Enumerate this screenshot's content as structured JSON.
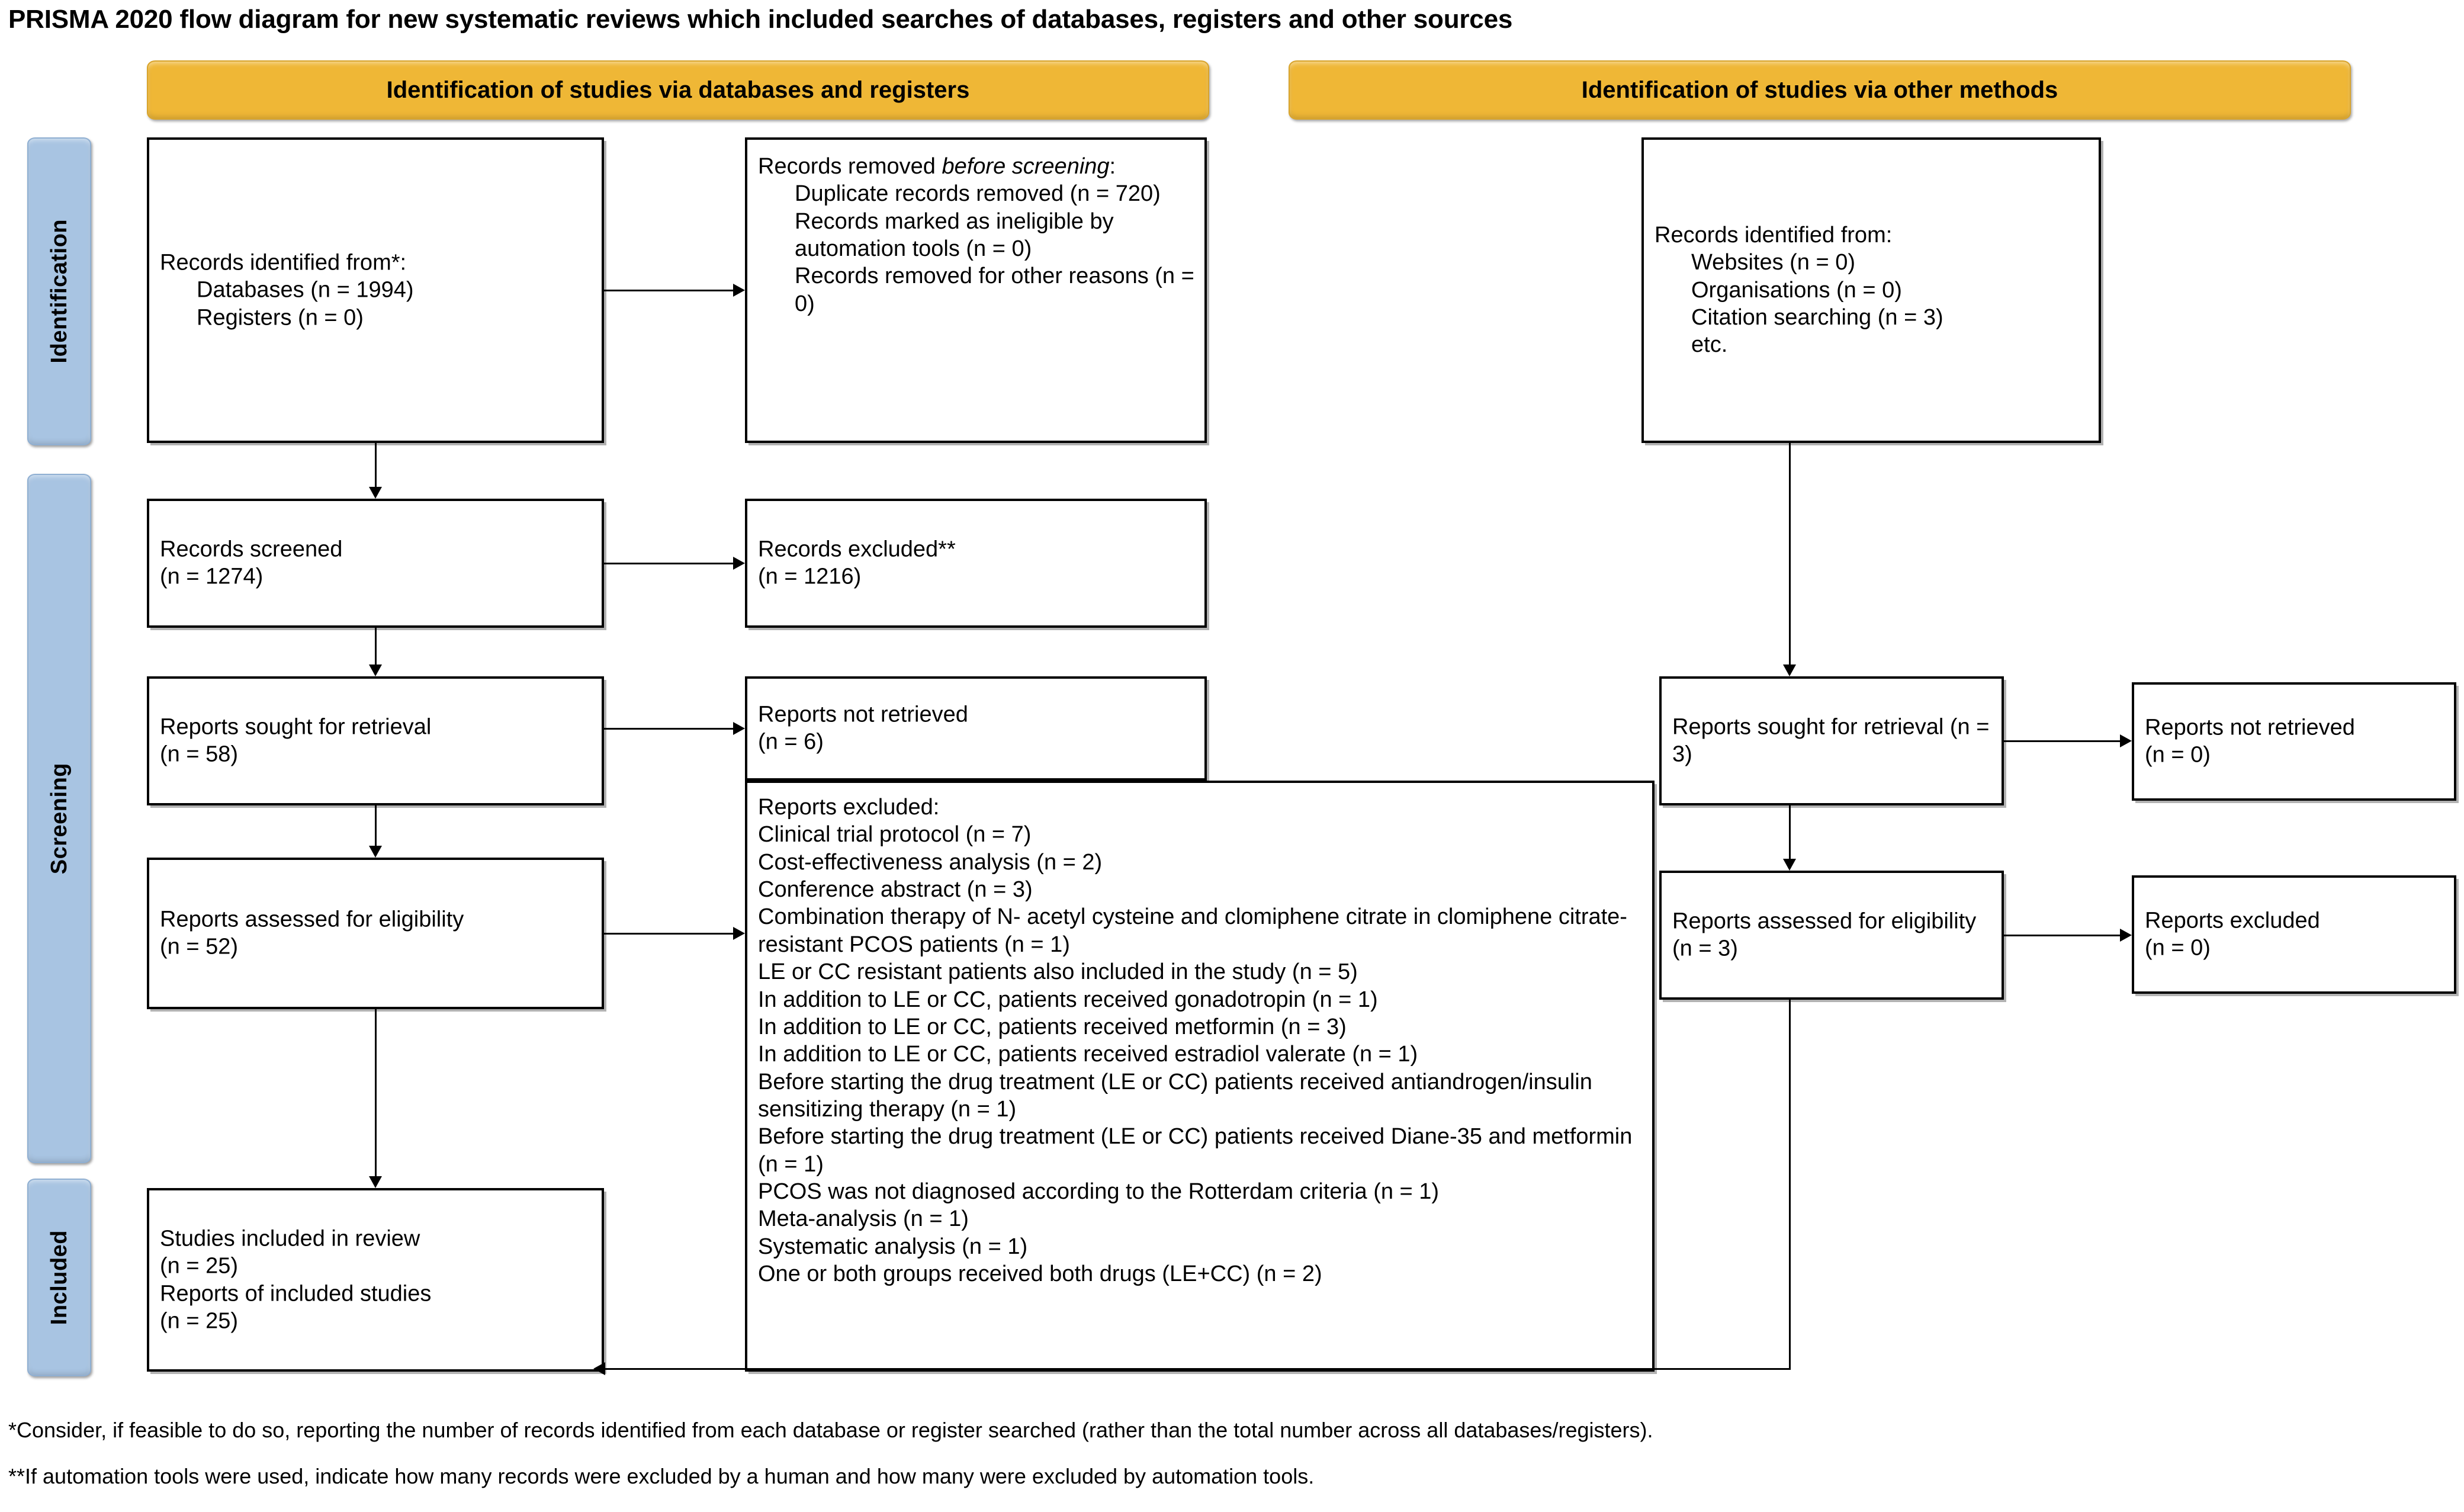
{
  "title": "PRISMA 2020 flow diagram for new systematic reviews which included searches of databases, registers and other sources",
  "colors": {
    "band_yellow": "#EFB736",
    "stage_blue": "#A8C4E2",
    "box_border": "#000000",
    "background": "#FFFFFF"
  },
  "bands": {
    "left": "Identification of studies via databases and registers",
    "right": "Identification of studies via other methods"
  },
  "stages": {
    "identification": "Identification",
    "screening": "Screening",
    "included": "Included"
  },
  "left_column": {
    "records_identified": {
      "heading": "Records identified from*:",
      "items": [
        "Databases (n = 1994)",
        "Registers (n = 0)"
      ]
    },
    "records_removed": {
      "heading_plain": "Records removed ",
      "heading_italic": "before screening",
      "heading_colon": ":",
      "items": [
        "Duplicate records removed (n = 720)",
        "Records marked as ineligible by automation tools (n = 0)",
        "Records removed for other reasons (n = 0)"
      ]
    },
    "records_screened": {
      "label": "Records screened",
      "count": "(n = 1274)"
    },
    "records_excluded": {
      "label": "Records excluded**",
      "count": "(n = 1216)"
    },
    "reports_sought": {
      "label": "Reports sought for retrieval",
      "count": "(n = 58)"
    },
    "reports_not_retrieved": {
      "label": "Reports not retrieved",
      "count": "(n = 6)"
    },
    "reports_assessed": {
      "label": "Reports assessed for eligibility",
      "count": "(n = 52)"
    },
    "reports_excluded": {
      "heading": "Reports excluded:",
      "reasons": [
        "Clinical trial protocol (n = 7)",
        "Cost-effectiveness analysis (n = 2)",
        "Conference abstract (n = 3)",
        "Combination therapy of N- acetyl cysteine and clomiphene citrate in clomiphene citrate-resistant PCOS patients (n = 1)",
        "LE or CC resistant patients also included in the study (n = 5)",
        "In addition to LE or CC, patients received gonadotropin (n = 1)",
        "In addition to LE or CC, patients received metformin (n = 3)",
        "In addition to LE or CC, patients received estradiol valerate (n = 1)",
        "Before starting the drug treatment (LE or CC) patients received antiandrogen/insulin sensitizing therapy (n = 1)",
        "Before starting the drug treatment (LE or CC) patients received Diane-35 and metformin (n = 1)",
        "PCOS was not diagnosed according to the Rotterdam criteria (n = 1)",
        "Meta-analysis (n = 1)",
        "Systematic analysis (n = 1)",
        "One or both groups received both drugs (LE+CC) (n = 2)"
      ]
    },
    "studies_included": {
      "line1": "Studies included in review",
      "line2": "(n = 25)",
      "line3": "Reports of included studies",
      "line4": "(n = 25)"
    }
  },
  "right_column": {
    "records_identified": {
      "heading": "Records identified from:",
      "items": [
        "Websites (n = 0)",
        "Organisations (n = 0)",
        "Citation searching (n = 3)",
        "etc."
      ]
    },
    "reports_sought": {
      "label": "Reports sought for retrieval (n = 3)"
    },
    "reports_not_retrieved": {
      "label": "Reports not retrieved",
      "count": "(n = 0)"
    },
    "reports_assessed": {
      "label": "Reports assessed for eligibility (n = 3)"
    },
    "reports_excluded": {
      "label": "Reports excluded",
      "count": "(n = 0)"
    }
  },
  "footnotes": {
    "one": "*Consider, if feasible to do so, reporting the number of records identified from each database or register searched (rather than the total number across all databases/registers).",
    "two": "**If automation tools were used, indicate how many records were excluded by a human and how many were excluded by automation tools."
  }
}
